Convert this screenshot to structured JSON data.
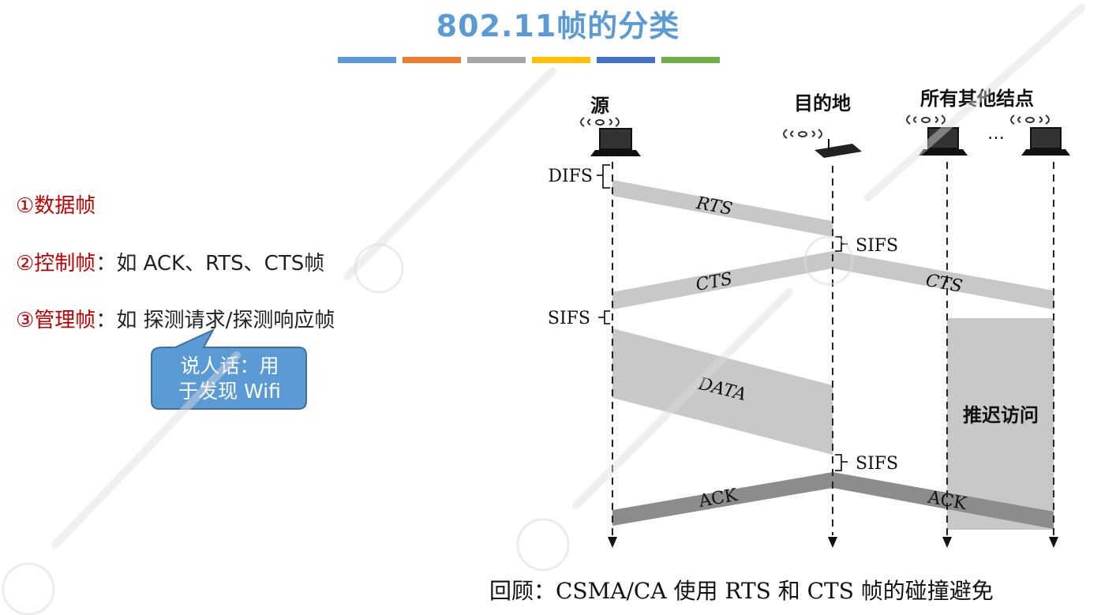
{
  "title": "802.11帧的分类",
  "colors": {
    "title": "#5b9bd5",
    "bars": [
      "#5b9bd5",
      "#ed7d31",
      "#a5a5a5",
      "#ffc000",
      "#4472c4",
      "#70ad47"
    ],
    "label_red": "#c00000",
    "callout_fill": "#5b9bd5",
    "band_light": "#c8c8c8",
    "band_dark": "#8c8c8c"
  },
  "frames": [
    {
      "label": "①数据帧",
      "desc": ""
    },
    {
      "label": "②控制帧",
      "desc": "：如 ACK、RTS、CTS帧"
    },
    {
      "label": "③管理帧",
      "desc": "：如 探测请求/探测响应帧"
    }
  ],
  "callout": {
    "line1": "说人话：用",
    "line2": "于发现 Wifi"
  },
  "diagram": {
    "nodes": {
      "source": "源",
      "destination": "目的地",
      "others": "所有其他结点",
      "ellipsis": "…"
    },
    "labels": {
      "difs": "DIFS",
      "sifs_left": "SIFS",
      "sifs_1": "SIFS",
      "sifs_2": "SIFS",
      "rts": "RTS",
      "cts_left": "CTS",
      "cts_right": "CTS",
      "data": "DATA",
      "ack_left": "ACK",
      "ack_right": "ACK",
      "defer": "推迟访问"
    }
  },
  "recap": "回顾：CSMA/CA  使用 RTS 和 CTS 帧的碰撞避免"
}
